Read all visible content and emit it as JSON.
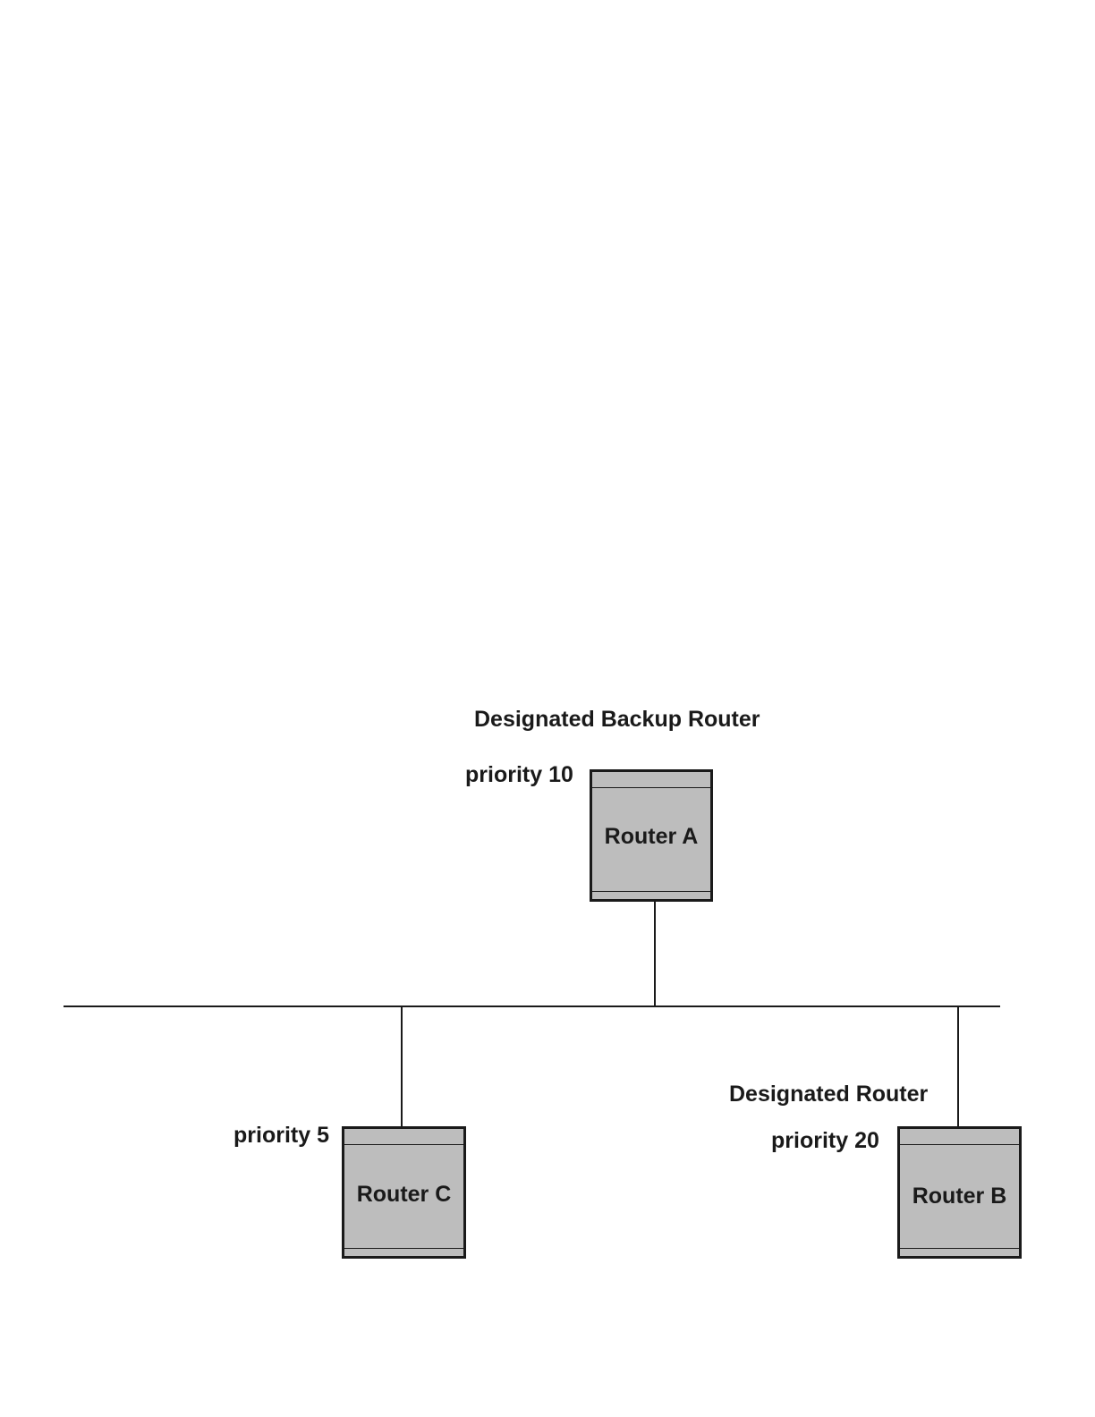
{
  "network": {
    "routers": [
      {
        "id": "a",
        "name": "Router A",
        "role": "Designated Backup Router",
        "priority": "priority 10"
      },
      {
        "id": "b",
        "name": "Router B",
        "role": "Designated Router",
        "priority": "priority 20"
      },
      {
        "id": "c",
        "name": "Router C",
        "role": "",
        "priority": "priority 5"
      }
    ]
  },
  "colors": {
    "router_fill": "#bdbdbd",
    "line": "#1a1a1a"
  }
}
